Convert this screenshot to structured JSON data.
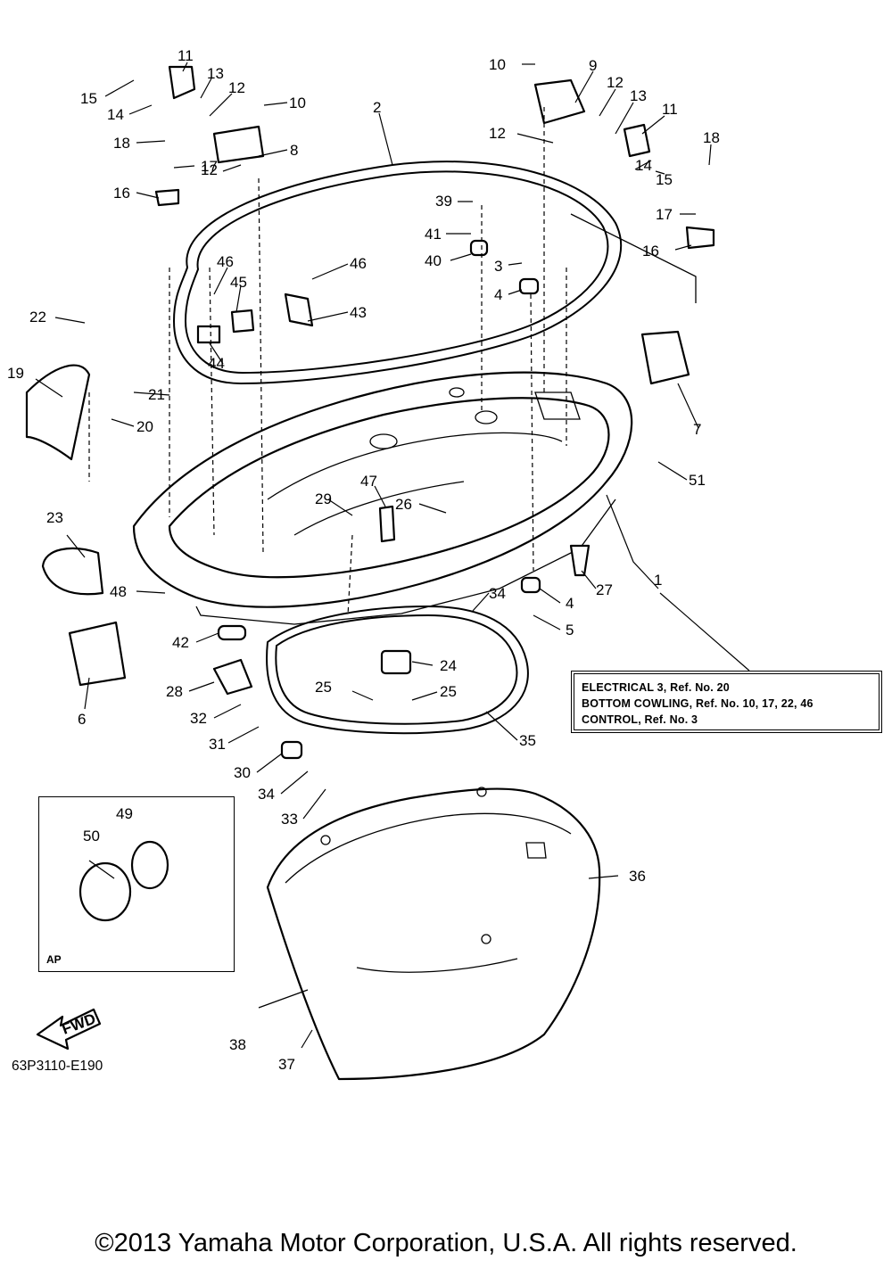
{
  "diagram": {
    "callouts": [
      "1",
      "2",
      "3",
      "4",
      "5",
      "6",
      "7",
      "8",
      "9",
      "10",
      "11",
      "12",
      "13",
      "14",
      "15",
      "16",
      "17",
      "18",
      "19",
      "20",
      "21",
      "22",
      "23",
      "24",
      "25",
      "26",
      "27",
      "28",
      "29",
      "30",
      "31",
      "32",
      "33",
      "34",
      "35",
      "36",
      "37",
      "38",
      "39",
      "40",
      "41",
      "42",
      "43",
      "44",
      "45",
      "46",
      "47",
      "48",
      "49",
      "50",
      "51"
    ],
    "fwd_label": "FWD",
    "part_code": "63P3110-E190"
  },
  "reference_box": {
    "lines": [
      "ELECTRICAL 3,  Ref. No. 20",
      "BOTTOM COWLING, Ref. No. 10, 17, 22, 46",
      "CONTROL, Ref. No. 3"
    ]
  },
  "inset": {
    "label": "AP"
  },
  "footer": {
    "copyright": "©2013 Yamaha Motor Corporation, U.S.A. All rights reserved."
  }
}
